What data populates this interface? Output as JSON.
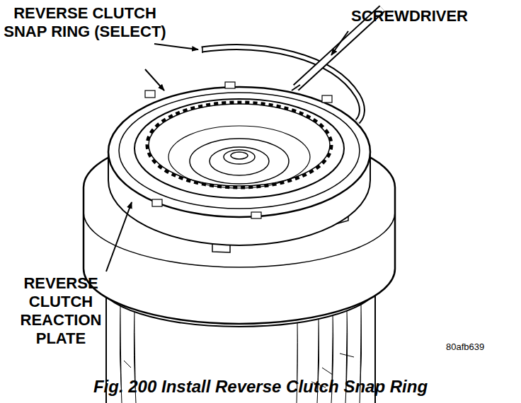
{
  "diagram": {
    "caption": "Fig. 200 Install Reverse Clutch Snap Ring",
    "labels": [
      "REVERSE CLUTCH SNAP RING (SELECT)",
      "SCREWDRIVER",
      "REVERSE CLUTCH REACTION PLATE",
      "80afb639"
    ]
  }
}
